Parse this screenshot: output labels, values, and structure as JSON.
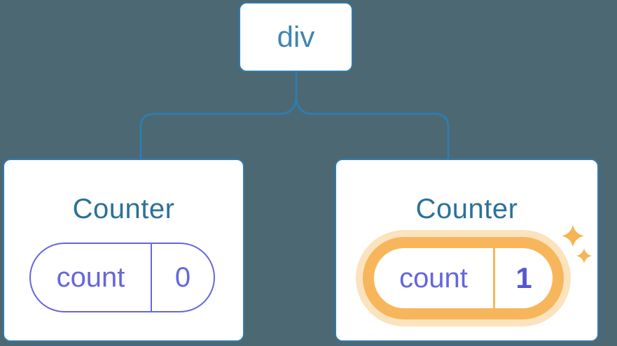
{
  "diagram": {
    "background_color": "#4C6872",
    "accent_blue": "#2F7CAF",
    "root_label_color": "#3F85B2",
    "title_color": "#2B7199",
    "state_text_color": "#6566DB",
    "highlight_value_color": "#5656D2",
    "highlight_orange": "#F7B65C",
    "highlight_glow": "#FBE3BE",
    "sparkle_color": "#F5B455",
    "root": {
      "label": "div"
    },
    "children": [
      {
        "title": "Counter",
        "state_key": "count",
        "state_value": "0",
        "highlighted": false
      },
      {
        "title": "Counter",
        "state_key": "count",
        "state_value": "1",
        "highlighted": true
      }
    ]
  }
}
